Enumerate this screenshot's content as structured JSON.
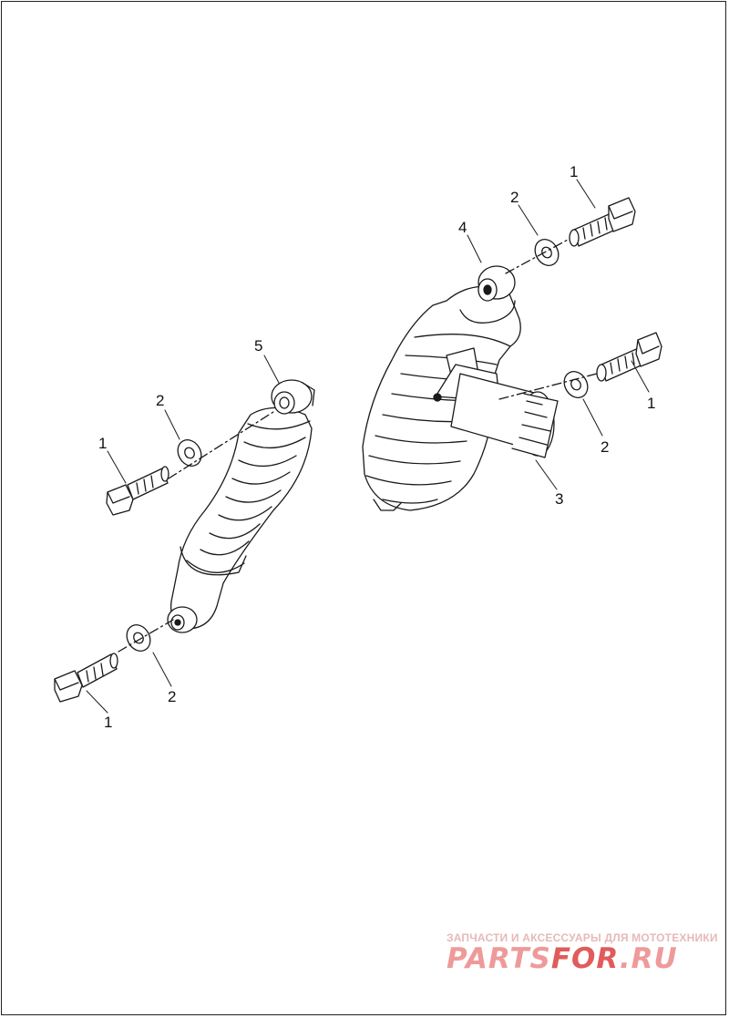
{
  "diagram": {
    "callouts": [
      {
        "id": "c1_top",
        "text": "1"
      },
      {
        "id": "c2_top",
        "text": "2"
      },
      {
        "id": "c4",
        "text": "4"
      },
      {
        "id": "c1_mid",
        "text": "1"
      },
      {
        "id": "c2_mid",
        "text": "2"
      },
      {
        "id": "c3",
        "text": "3"
      },
      {
        "id": "c5",
        "text": "5"
      },
      {
        "id": "c2_left",
        "text": "2"
      },
      {
        "id": "c1_left",
        "text": "1"
      },
      {
        "id": "c2_bot",
        "text": "2"
      },
      {
        "id": "c1_bot",
        "text": "1"
      }
    ]
  },
  "watermark": {
    "tagline": "ЗАПЧАСТИ И АКСЕССУАРЫ ДЛЯ МОТОТЕХНИКИ",
    "logo_part1": "PARTS",
    "logo_part2": "FOR",
    "logo_part3": ".RU",
    "color": "#e15b5b"
  }
}
